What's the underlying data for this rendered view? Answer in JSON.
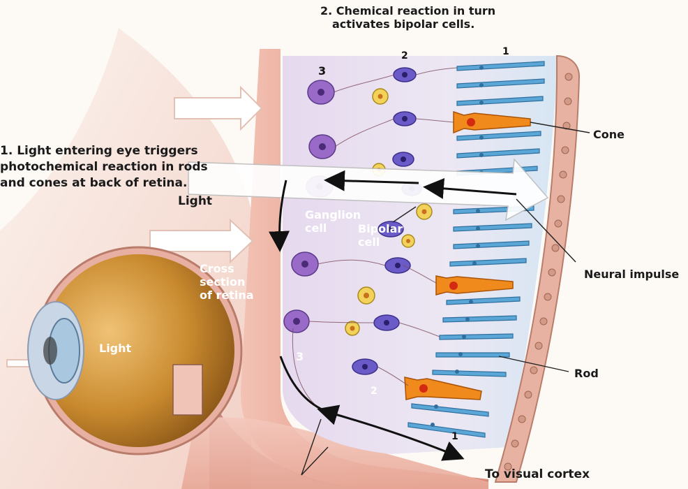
{
  "labels": {
    "step2_line1": "2. Chemical reaction in turn",
    "step2_line2": "activates bipolar cells.",
    "step1_line1": "1. Light entering eye triggers",
    "step1_line2": "photochemical reaction in rods",
    "step1_line3": "and cones at back of retina.",
    "light_top": "Light",
    "light_eye": "Light",
    "ganglion_line1": "Ganglion",
    "ganglion_line2": "cell",
    "bipolar_line1": "Bipolar",
    "bipolar_line2": "cell",
    "cross_line1": "Cross",
    "cross_line2": "section",
    "cross_line3": "of retina",
    "cone": "Cone",
    "neural_impulse": "Neural impulse",
    "rod": "Rod",
    "visual_cortex": "To visual cortex"
  },
  "numbers": {
    "top_1": "1",
    "top_2": "2",
    "top_3": "3",
    "bottom_3": "3",
    "bottom_2": "2",
    "bottom_1": "1"
  },
  "colors": {
    "rod": "#5aa6d6",
    "cone": "#f08a1c",
    "bipolar": "#6b5bc8",
    "ganglion": "#9a6ac8",
    "ganglion_yellow": "#f2d25a",
    "retina_wall": "#e8a79a",
    "eyeball": "#c98a2e",
    "background_tissue": "#f3c9c0"
  }
}
